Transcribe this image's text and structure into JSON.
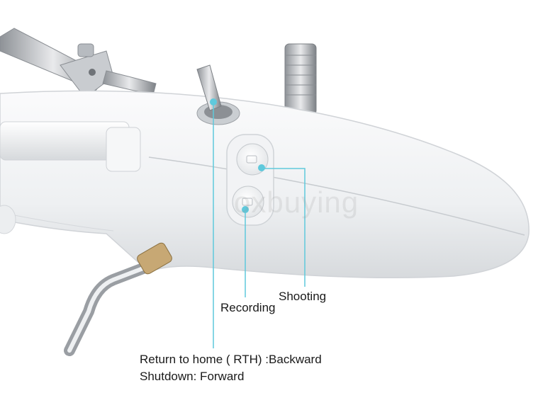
{
  "image": {
    "subject": "white-remote-controller",
    "colors": {
      "background": "#ffffff",
      "body": "#f3f4f6",
      "shadow": "#d9dcdf",
      "callout": "#5fc9dc",
      "metal": "#b8bcc1"
    }
  },
  "watermark": "oxbuying",
  "annotations": {
    "shooting": "Shooting",
    "recording": "Recording",
    "rth_line1": "Return to home ( RTH) :Backward",
    "rth_line2": "Shutdown: Forward"
  }
}
